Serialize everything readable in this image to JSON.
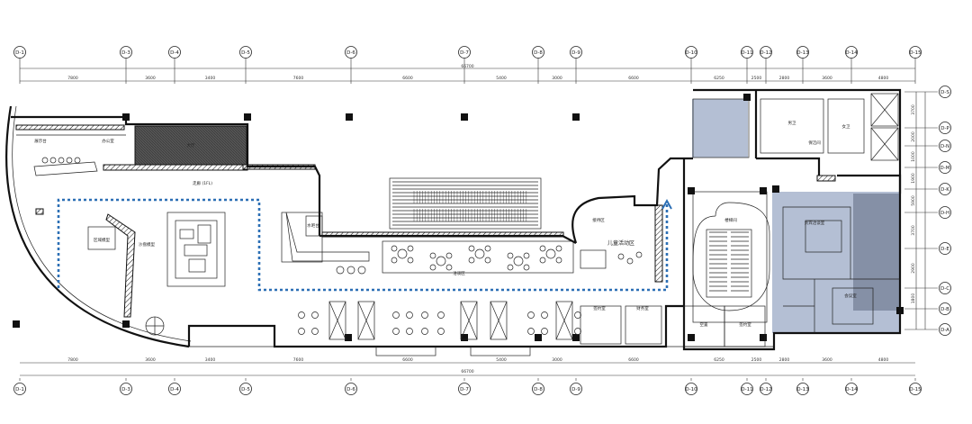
{
  "axes": {
    "top_labels": [
      "D-1",
      "D-3",
      "D-4",
      "D-5",
      "D-6",
      "D-7",
      "D-8",
      "D-9",
      "D-10",
      "D-11",
      "D-12",
      "D-13",
      "D-14",
      "D-15"
    ],
    "top_dims": [
      "7800",
      "3600",
      "3400",
      "7600",
      "6600",
      "5400",
      "3000",
      "6600",
      "6250",
      "2500",
      "2800",
      "3600",
      "4800"
    ],
    "top_total": "66700",
    "bottom_labels": [
      "D-1",
      "D-3",
      "D-4",
      "D-5",
      "D-6",
      "D-7",
      "D-8",
      "D-9",
      "D-10",
      "D-11",
      "D-12",
      "D-13",
      "D-14",
      "D-15"
    ],
    "bottom_dims": [
      "7800",
      "3600",
      "3400",
      "7600",
      "6600",
      "5400",
      "3000",
      "6600",
      "6250",
      "2500",
      "2800",
      "3600",
      "4800"
    ],
    "bottom_total": "66700",
    "right_labels": [
      "D-S",
      "D-P",
      "D-N",
      "D-M",
      "D-K",
      "D-H",
      "D-E",
      "D-C",
      "D-B",
      "D-A"
    ],
    "right_dims": [
      "3700",
      "2000",
      "1000",
      "1900",
      "5900",
      "3700",
      "2900",
      "1800"
    ]
  },
  "rooms": {
    "entrance": "展示台",
    "office": "办公室",
    "lobby": "大厅",
    "corridor": "走廊 (1FL)",
    "bar": "水吧台",
    "seating": "洽谈区",
    "kids": "儿童活动区",
    "reception": "接待区",
    "model": "沙盘模型",
    "exhibit": "区域模型",
    "toilet_m": "男卫",
    "toilet_w": "女卫",
    "cleaning": "保洁间",
    "stair": "楼梯间",
    "vip": "贵宾洽谈室",
    "meeting": "会议室",
    "sign_room": "签约室",
    "finance": "财务室",
    "empty1": "空置",
    "finance2": "签约室"
  },
  "colors": {
    "route": "#2c6fb5",
    "zone": "#a7b4cc"
  }
}
